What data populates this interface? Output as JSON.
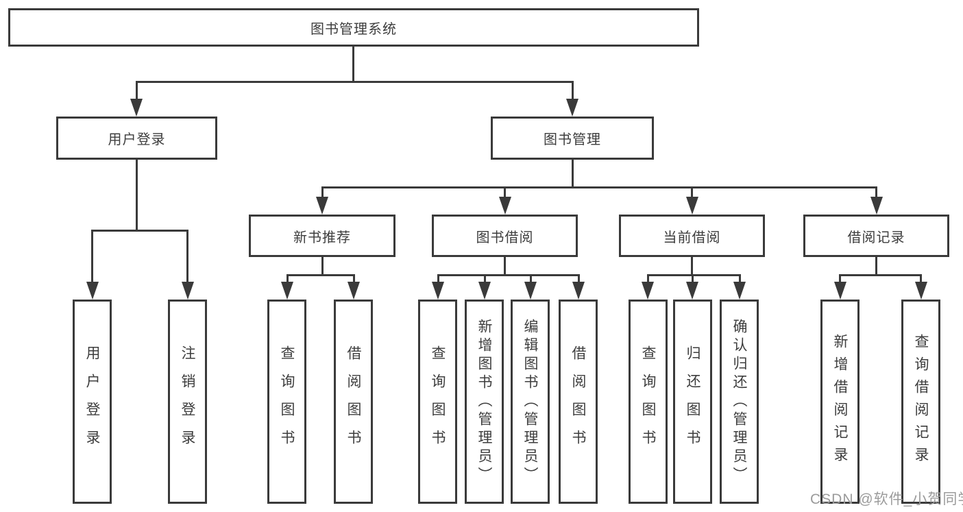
{
  "tree": {
    "root": "图书管理系统",
    "login": {
      "label": "用户登录",
      "children": [
        "用户登录",
        "注销登录"
      ]
    },
    "management": {
      "label": "图书管理",
      "groups": [
        {
          "label": "新书推荐",
          "children": [
            "查询图书",
            "借阅图书"
          ]
        },
        {
          "label": "图书借阅",
          "children": [
            "查询图书",
            "新增图书（管理员）",
            "编辑图书（管理员）",
            "借阅图书"
          ]
        },
        {
          "label": "当前借阅",
          "children": [
            "查询图书",
            "归还图书",
            "确认归还（管理员）"
          ]
        },
        {
          "label": "借阅记录",
          "children": [
            "新增借阅记录",
            "查询借阅记录"
          ]
        }
      ]
    }
  },
  "watermark": "CSDN @软件_小贺同学",
  "colors": {
    "line": "#3a3a3a",
    "text": "#3d3d3d",
    "watermark": "#9b9b9b",
    "background": "#ffffff"
  }
}
